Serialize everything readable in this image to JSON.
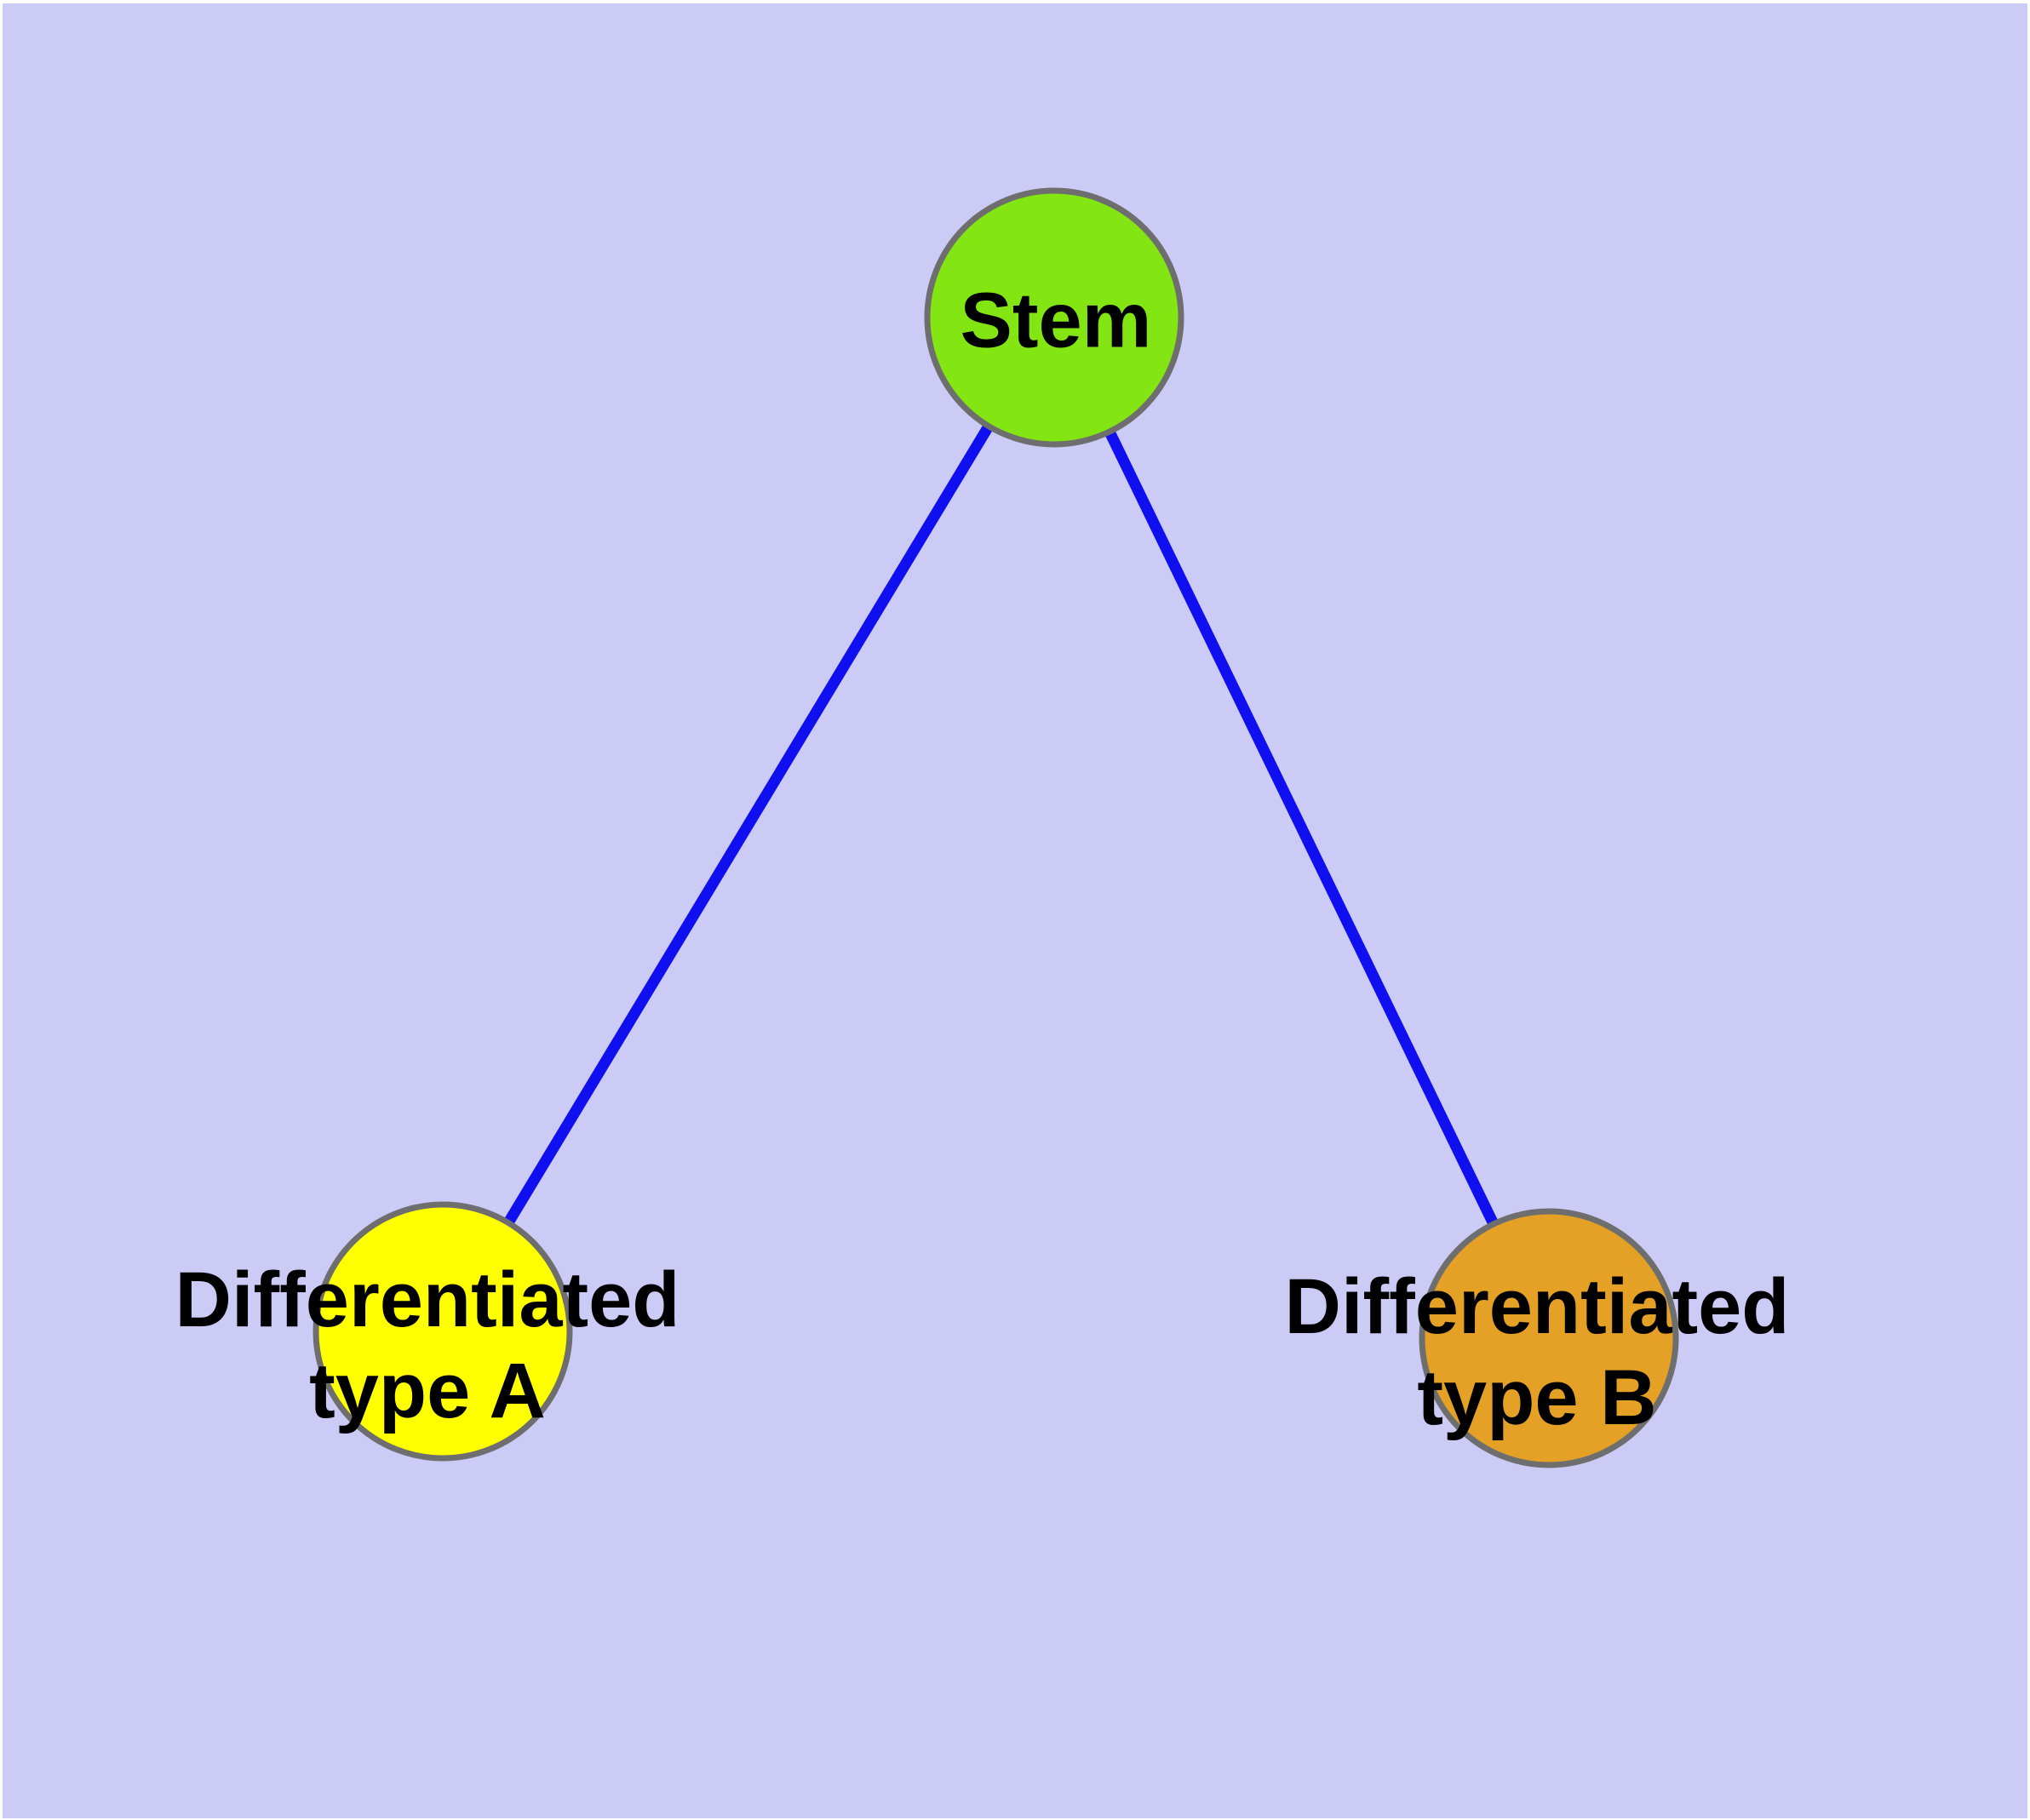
{
  "diagram": {
    "background_color": "#CBCBF6",
    "frame_color": "#FFFFFF",
    "node_border_color": "#6E6E6E",
    "edge_color": "#0F0FEF",
    "text_color": "#000000",
    "nodes": [
      {
        "id": "stem",
        "label": "Stem",
        "label_line2": "",
        "fill": "#83E512"
      },
      {
        "id": "type-a",
        "label": "Differentiated",
        "label_line2": "type A",
        "fill": "#FFFF00"
      },
      {
        "id": "type-b",
        "label": "Differentiated",
        "label_line2": "type B",
        "fill": "#E4A125"
      }
    ],
    "edges": [
      {
        "from": "stem",
        "to": "type-a"
      },
      {
        "from": "stem",
        "to": "type-b"
      }
    ]
  }
}
